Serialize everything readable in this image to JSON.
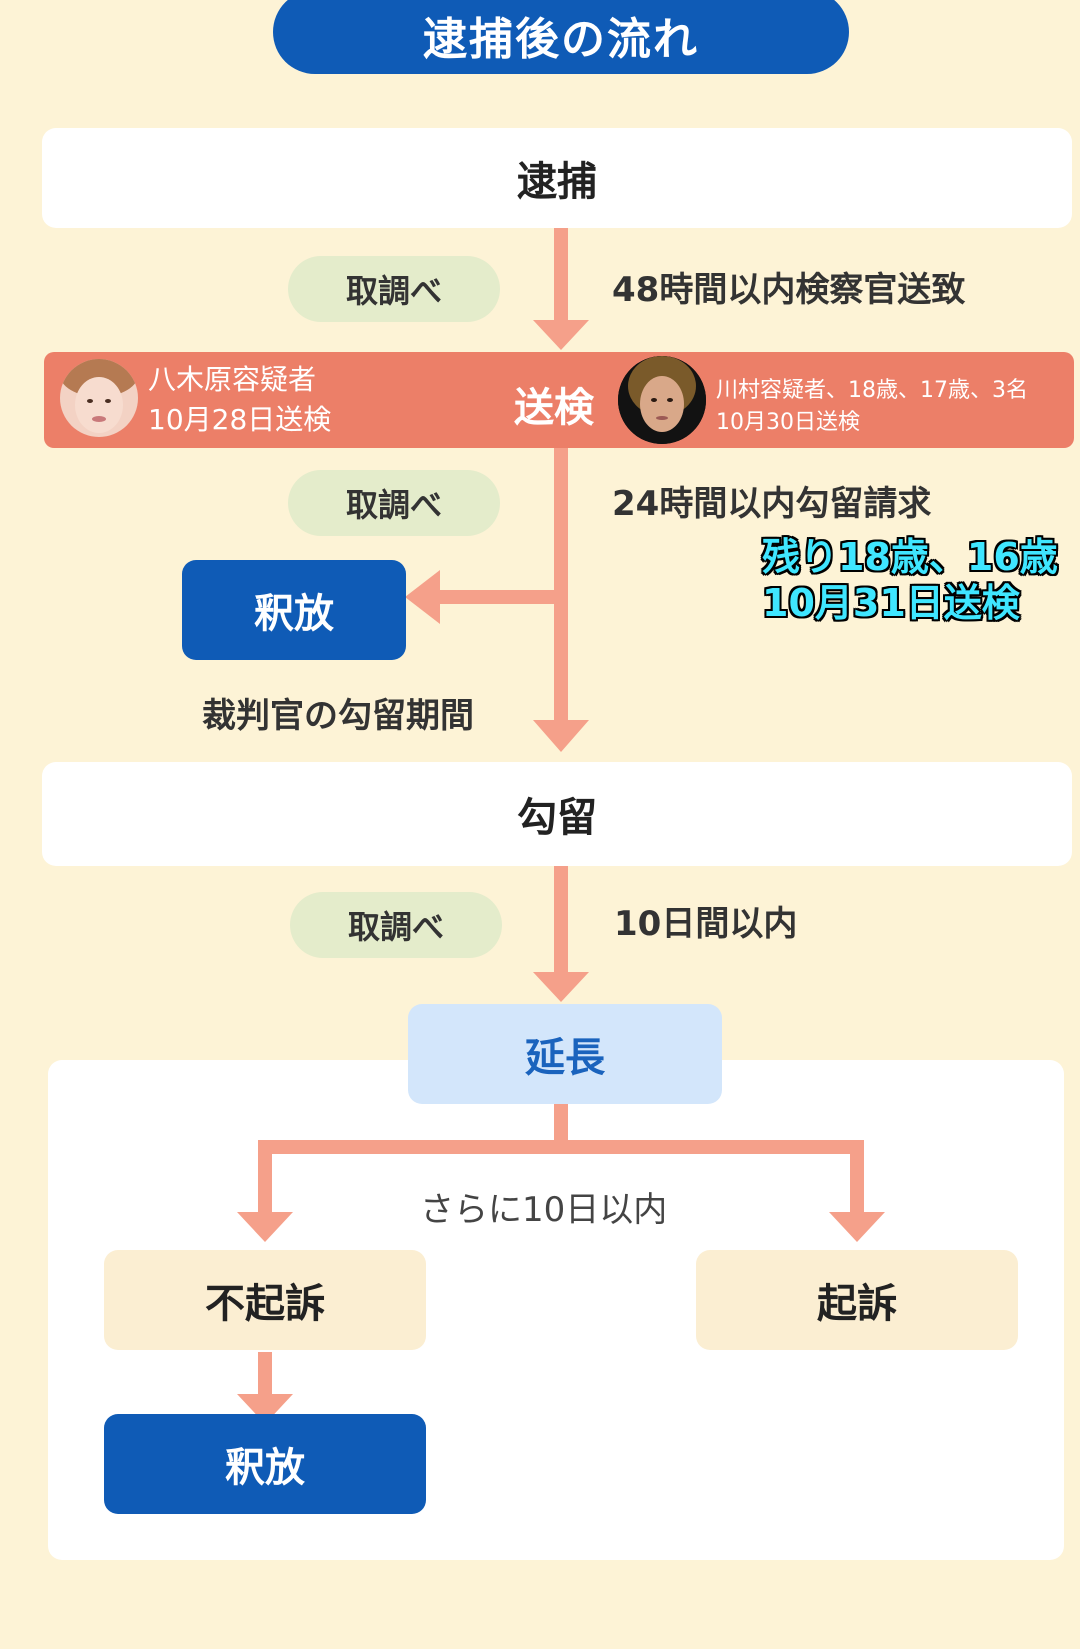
{
  "title": "逮捕後の流れ",
  "nodes": {
    "arrest": "逮捕",
    "prosecution_referral": "送検",
    "release_1": "釈放",
    "detention": "勾留",
    "extension": "延長",
    "non_indictment": "不起訴",
    "indictment": "起訴",
    "release_2": "釈放"
  },
  "chips": {
    "interrogation_1": "取調べ",
    "interrogation_2": "取調べ",
    "interrogation_3": "取調べ"
  },
  "notes": {
    "within_48h": "48時間以内検察官送致",
    "within_24h": "24時間以内勾留請求",
    "judge_detention": "裁判官の勾留期間",
    "within_10d": "10日間以内",
    "further_10d": "さらに10日以内"
  },
  "annotations": {
    "left_name": "八木原容疑者",
    "left_date": "10月28日送検",
    "right_name": "川村容疑者、18歳、17歳、3名",
    "right_date": "10月30日送検",
    "remaining_line1": "残り18歳、16歳",
    "remaining_line2": "10月31日送検"
  },
  "colors": {
    "background": "#fdf3d6",
    "primary_blue": "#0f5bb6",
    "arrow_salmon": "#f5a08a",
    "band_salmon": "#ec7f68",
    "chip_green": "#e4eccb",
    "extension_blue": "#d3e6fb",
    "annotation_cyan": "#3fe6ff"
  }
}
